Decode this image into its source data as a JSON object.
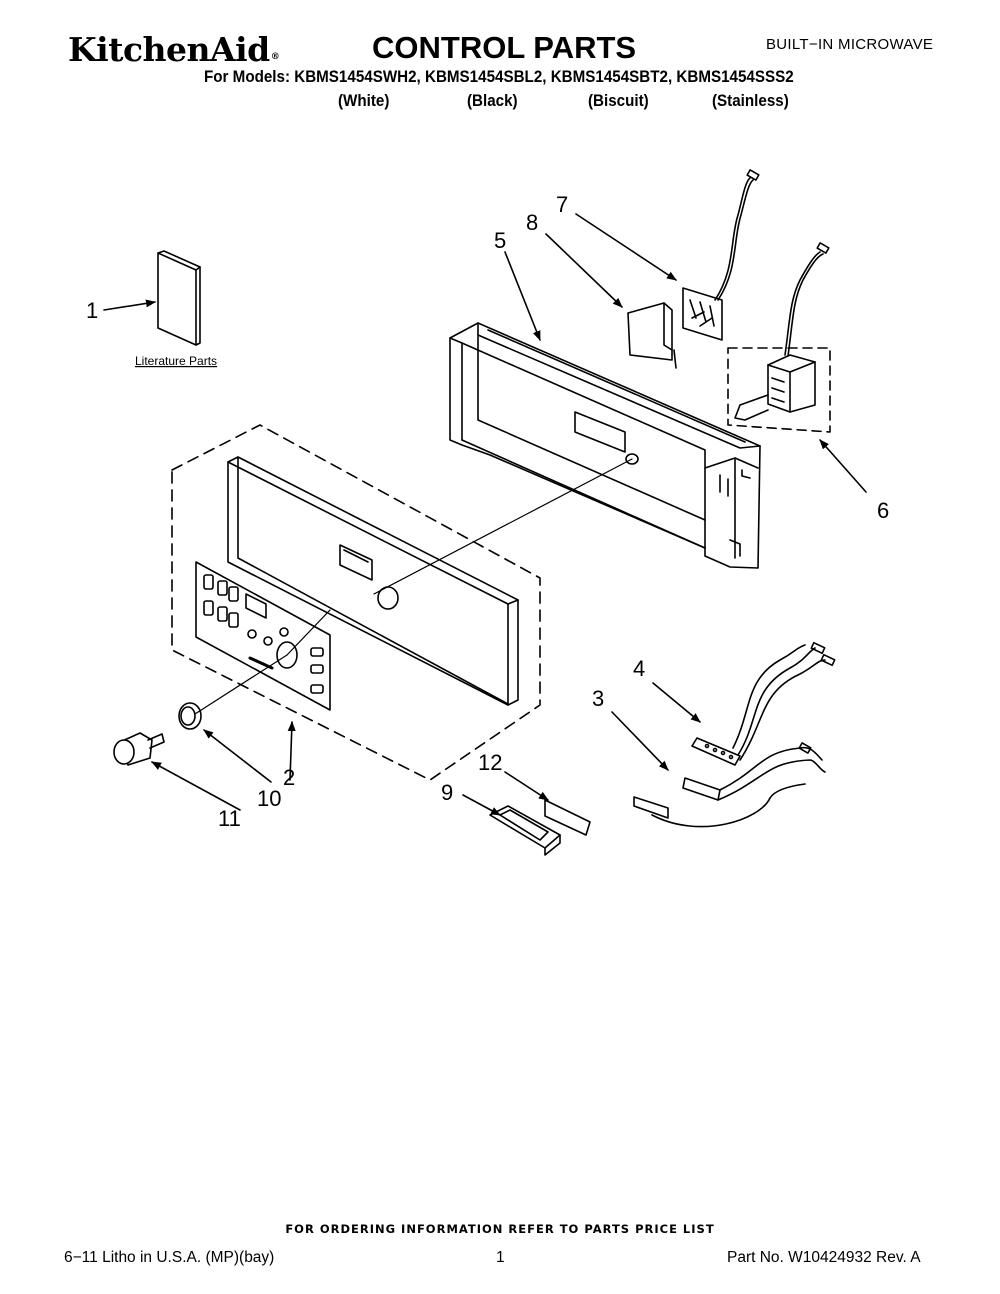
{
  "header": {
    "brand": "KitchenAid",
    "brand_mark": "®",
    "title": "CONTROL PARTS",
    "category": "BUILT−IN MICROWAVE",
    "models_line": "For Models: KBMS1454SWH2, KBMS1454SBL2, KBMS1454SBT2, KBMS1454SSS2",
    "variants": [
      "(White)",
      "(Black)",
      "(Biscuit)",
      "(Stainless)"
    ]
  },
  "diagram": {
    "literature_label": "Literature Parts",
    "callouts": [
      "1",
      "2",
      "3",
      "4",
      "5",
      "6",
      "7",
      "8",
      "9",
      "10",
      "11",
      "12"
    ]
  },
  "footer": {
    "ordering_note": "FOR ORDERING INFORMATION REFER TO PARTS PRICE LIST",
    "litho": "6−11 Litho in U.S.A. (MP)(bay)",
    "page": "1",
    "part_number": "Part No. W10424932 Rev. A"
  }
}
